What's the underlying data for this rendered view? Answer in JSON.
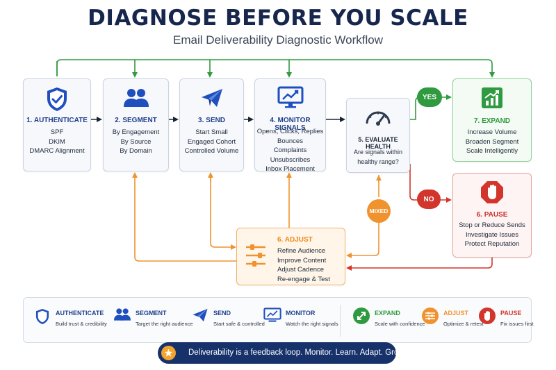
{
  "header": {
    "title": "DIAGNOSE BEFORE YOU SCALE",
    "subtitle": "Email Deliverability Diagnostic Workflow"
  },
  "colors": {
    "navy": "#17264d",
    "blue": "#1f4fbf",
    "green": "#2f9a3f",
    "orange": "#f0922d",
    "red": "#d2352c"
  },
  "nodes": {
    "authenticate": {
      "title": "1. AUTHENTICATE",
      "lines": [
        "SPF",
        "DKIM",
        "DMARC Alignment"
      ],
      "icon": "shield-check-icon"
    },
    "segment": {
      "title": "2. SEGMENT",
      "lines": [
        "By Engagement",
        "By Source",
        "By Domain"
      ],
      "icon": "users-icon"
    },
    "send": {
      "title": "3. SEND",
      "lines": [
        "Start Small",
        "Engaged Cohort",
        "Controlled Volume"
      ],
      "icon": "paper-plane-icon"
    },
    "monitor": {
      "title": "4. MONITOR SIGNALS",
      "lines": [
        "Opens, Clicks, Replies",
        "Bounces",
        "Complaints",
        "Unsubscribes",
        "Inbox Placement"
      ],
      "icon": "monitor-chart-icon"
    },
    "evaluate": {
      "title": "5. EVALUATE HEALTH",
      "lines": [
        "Are signals within",
        "healthy range?"
      ],
      "icon": "gauge-icon"
    },
    "expand": {
      "title": "7. EXPAND",
      "lines": [
        "Increase Volume",
        "Broaden Segment",
        "Scale Intelligently"
      ],
      "icon": "growth-chart-icon"
    },
    "pause": {
      "title": "6. PAUSE",
      "lines": [
        "Stop or Reduce Sends",
        "Investigate Issues",
        "Protect Reputation"
      ],
      "icon": "stop-hand-icon"
    },
    "adjust": {
      "title": "6. ADJUST",
      "lines": [
        "Refine Audience",
        "Improve Content",
        "Adjust Cadence",
        "Re-engage & Test"
      ],
      "icon": "sliders-icon"
    }
  },
  "branches": {
    "yes": "YES",
    "no": "NO",
    "mixed": "MIXED"
  },
  "legend": [
    {
      "title": "AUTHENTICATE",
      "desc": "Build trust & credibility",
      "icon": "shield-check-icon",
      "color": "#1f3f8a"
    },
    {
      "title": "SEGMENT",
      "desc": "Target the right audience",
      "icon": "users-icon",
      "color": "#1f3f8a"
    },
    {
      "title": "SEND",
      "desc": "Start safe & controlled",
      "icon": "paper-plane-icon",
      "color": "#1f3f8a"
    },
    {
      "title": "MONITOR",
      "desc": "Watch the right signals",
      "icon": "monitor-chart-icon",
      "color": "#1f3f8a"
    },
    {
      "title": "EXPAND",
      "desc": "Scale with confidence",
      "icon": "expand-arrows-icon",
      "color": "#2f9a3f"
    },
    {
      "title": "ADJUST",
      "desc": "Optimize & retest",
      "icon": "sliders-icon",
      "color": "#f0922d"
    },
    {
      "title": "PAUSE",
      "desc": "Fix issues first",
      "icon": "stop-hand-icon",
      "color": "#d2352c"
    }
  ],
  "banner": {
    "text": "Deliverability is a feedback loop. Monitor. Learn. Adapt. Grow.",
    "icon": "star-icon"
  }
}
